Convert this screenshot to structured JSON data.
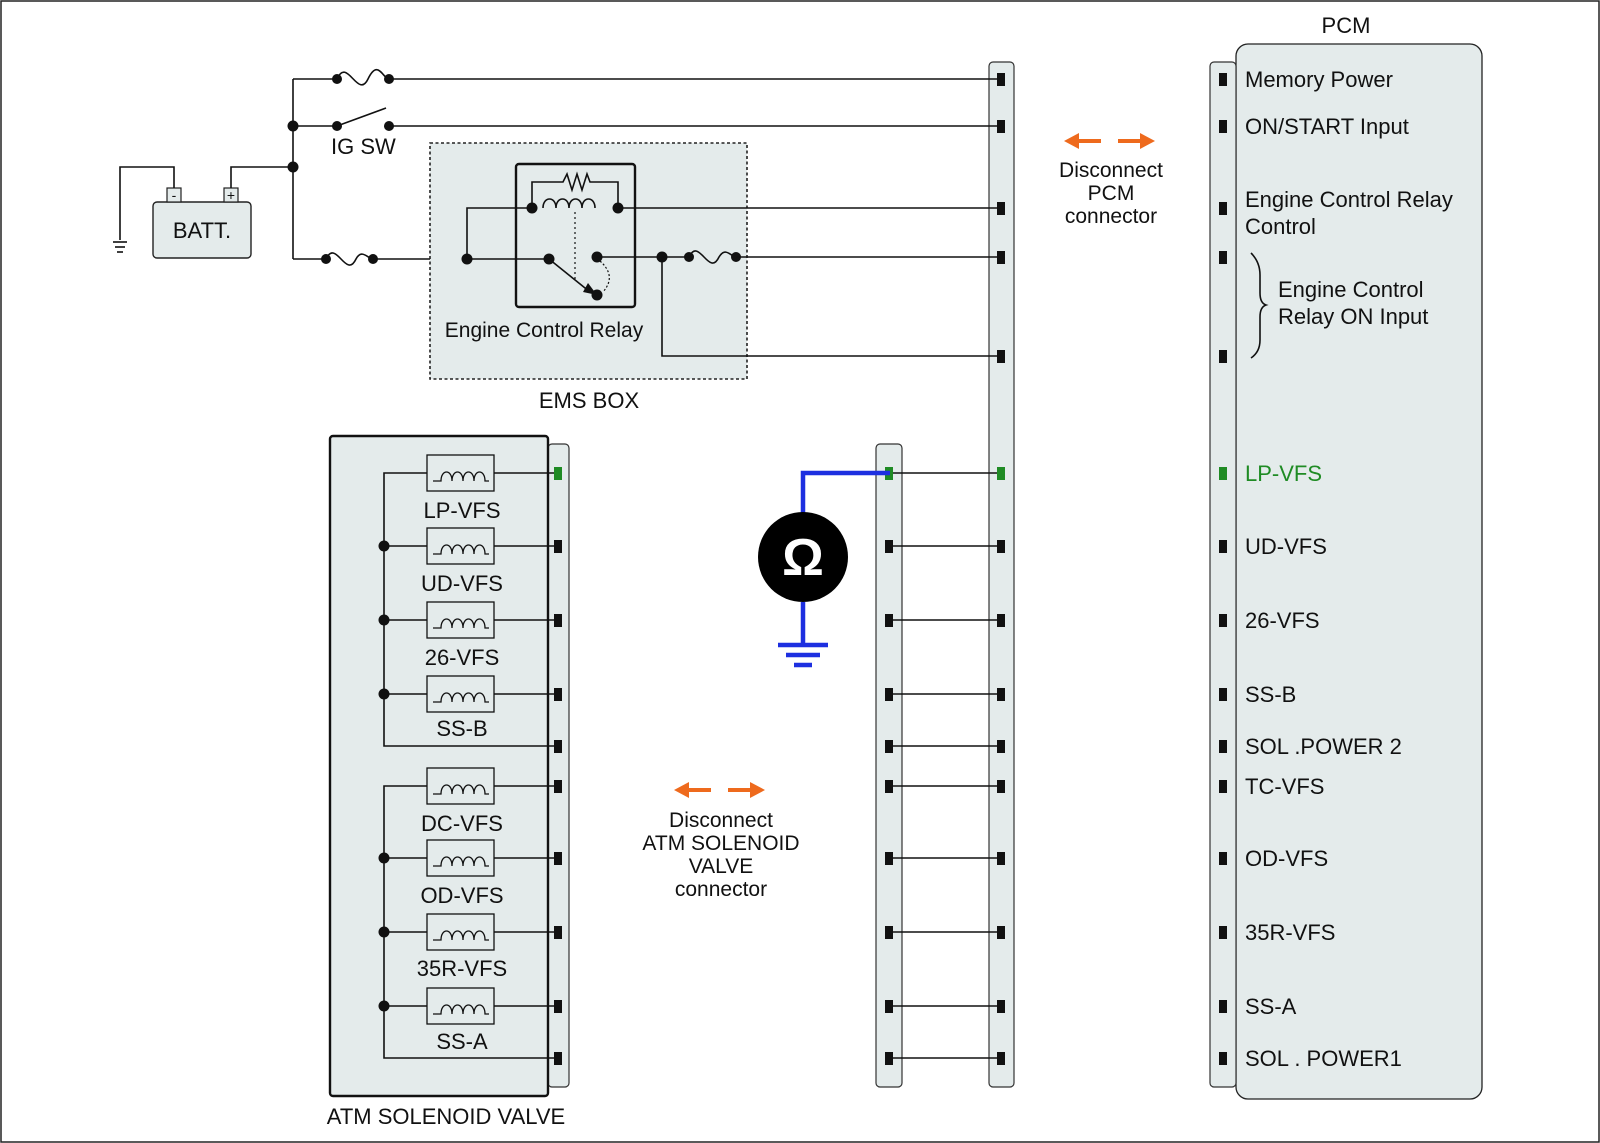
{
  "pcm": {
    "title": "PCM",
    "pins": [
      {
        "label": "Memory Power",
        "color": "#111111"
      },
      {
        "label": "ON/START Input",
        "color": "#111111"
      },
      {
        "label": "Engine Control Relay",
        "label2": "Control",
        "color": "#111111"
      },
      {
        "label": "Engine Control",
        "label2": "Relay ON Input",
        "color": "#111111"
      },
      {
        "label": "LP-VFS",
        "color": "#1f8b24"
      },
      {
        "label": "UD-VFS",
        "color": "#111111"
      },
      {
        "label": "26-VFS",
        "color": "#111111"
      },
      {
        "label": "SS-B",
        "color": "#111111"
      },
      {
        "label": "SOL .POWER 2",
        "color": "#111111"
      },
      {
        "label": "TC-VFS",
        "color": "#111111"
      },
      {
        "label": "OD-VFS",
        "color": "#111111"
      },
      {
        "label": "35R-VFS",
        "color": "#111111"
      },
      {
        "label": "SS-A",
        "color": "#111111"
      },
      {
        "label": "SOL . POWER1",
        "color": "#111111"
      }
    ]
  },
  "power": {
    "battery_label": "BATT.",
    "ignition_label": "IG SW",
    "minus_symbol": "-",
    "plus_symbol": "+"
  },
  "ems_box": {
    "title": "EMS BOX",
    "relay_label": "Engine Control Relay"
  },
  "solenoid_valve": {
    "title": "ATM SOLENOID VALVE",
    "coils": [
      "LP-VFS",
      "UD-VFS",
      "26-VFS",
      "SS-B",
      "DC-VFS",
      "OD-VFS",
      "35R-VFS",
      "SS-A"
    ]
  },
  "instructions": {
    "pcm_disconnect": [
      "Disconnect",
      "PCM",
      "connector"
    ],
    "atm_disconnect": [
      "Disconnect",
      "ATM SOLENOID",
      "VALVE",
      "connector"
    ]
  },
  "meter": {
    "symbol": "Ω",
    "probe_color": "#1d2fe0"
  },
  "colors": {
    "panel_fill": "#e4ebeb",
    "arrow": "#ee6a1d",
    "active_pin": "#1f8b24"
  }
}
